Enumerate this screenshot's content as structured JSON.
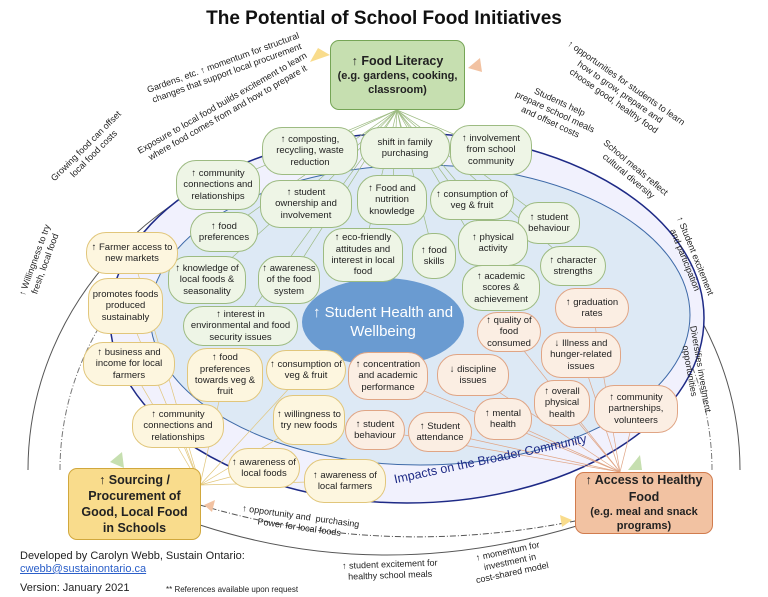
{
  "title": "The Potential of School Food Initiatives",
  "center": "↑ Student Health and Wellbeing",
  "community_label": "Impacts on the Broader Community",
  "hubs": {
    "food_literacy": {
      "main": "↑ Food Literacy",
      "sub": "(e.g. gardens, cooking, classroom)"
    },
    "sourcing": {
      "main": "↑ Sourcing / Procurement of Good, Local Food in Schools",
      "sub": ""
    },
    "access": {
      "main": "↑ Access to Healthy Food",
      "sub": "(e.g. meal and snack programs)"
    }
  },
  "nodes": {
    "green": [
      "↑ composting, recycling, waste reduction",
      "shift in family purchasing",
      "↑ involvement from school community",
      "↑ community connections and relationships",
      "↑ student ownership and involvement",
      "↑ Food and nutrition knowledge",
      "↑ consumption of veg & fruit",
      "↑ student behaviour",
      "↑ food preferences",
      "↑ eco-friendly attitudes and interest in local food",
      "↑ food skills",
      "↑ physical activity",
      "↑ character strengths",
      "↑ knowledge of local foods & seasonality",
      "↑ awareness of the food system",
      "↑ academic scores & achievement",
      "↑ interest in environmental and food security issues"
    ],
    "orange": [
      "↑ graduation rates",
      "↑ quality of food consumed",
      "↓ Illness and hunger-related issues",
      "↑ concentration and academic performance",
      "↓ discipline issues",
      "↑ overall physical health",
      "↑ mental health",
      "↑ community partnerships, volunteers",
      "↑ student behaviour",
      "↑ Student attendance"
    ],
    "yellow": [
      "↑ Farmer access to new markets",
      "promotes foods produced sustainably",
      "↑ business and income for local farmers",
      "↑ food preferences towards veg & fruit",
      "↑ consumption of veg & fruit",
      "↑ community connections and relationships",
      "↑ willingness to try new foods",
      "↑ awareness of local foods",
      "↑ awareness of local farmers"
    ]
  },
  "arc_labels": [
    "Gardens, etc. ↑ momentum for structural\nchanges that support local procurement",
    "Exposure to local food builds excitement to learn\nwhere food comes from and how to prepare it",
    "Growing food can offset\nlocal food costs",
    "↑ Willingness to try\nfresh, local food",
    "↑ opportunities for students to learn\nhow to grow, prepare and\nchoose good, healthy food",
    "Students help\nprepare school meals\nand offset costs",
    "School meals reflect\ncultural diversity",
    "↑ Student excitement\nand participation",
    "Diversifies investment\nopportunities",
    "↑ opportunity and  purchasing\nPower for local foods",
    "↑ student excitement for\nhealthy school meals",
    "↑ momentum for\ninvestment in\ncost-shared model"
  ],
  "footer": {
    "developed_by": "Developed by Carolyn Webb, Sustain Ontario:",
    "email": "cwebb@sustainontario.ca",
    "version": "Version: January 2021",
    "references": "** References available upon request"
  },
  "colors": {
    "green": "#c6dfb0",
    "yellow": "#f9dc8c",
    "orange": "#f2c2a2",
    "navy": "#1e2a86",
    "center": "#6a9bd1"
  }
}
